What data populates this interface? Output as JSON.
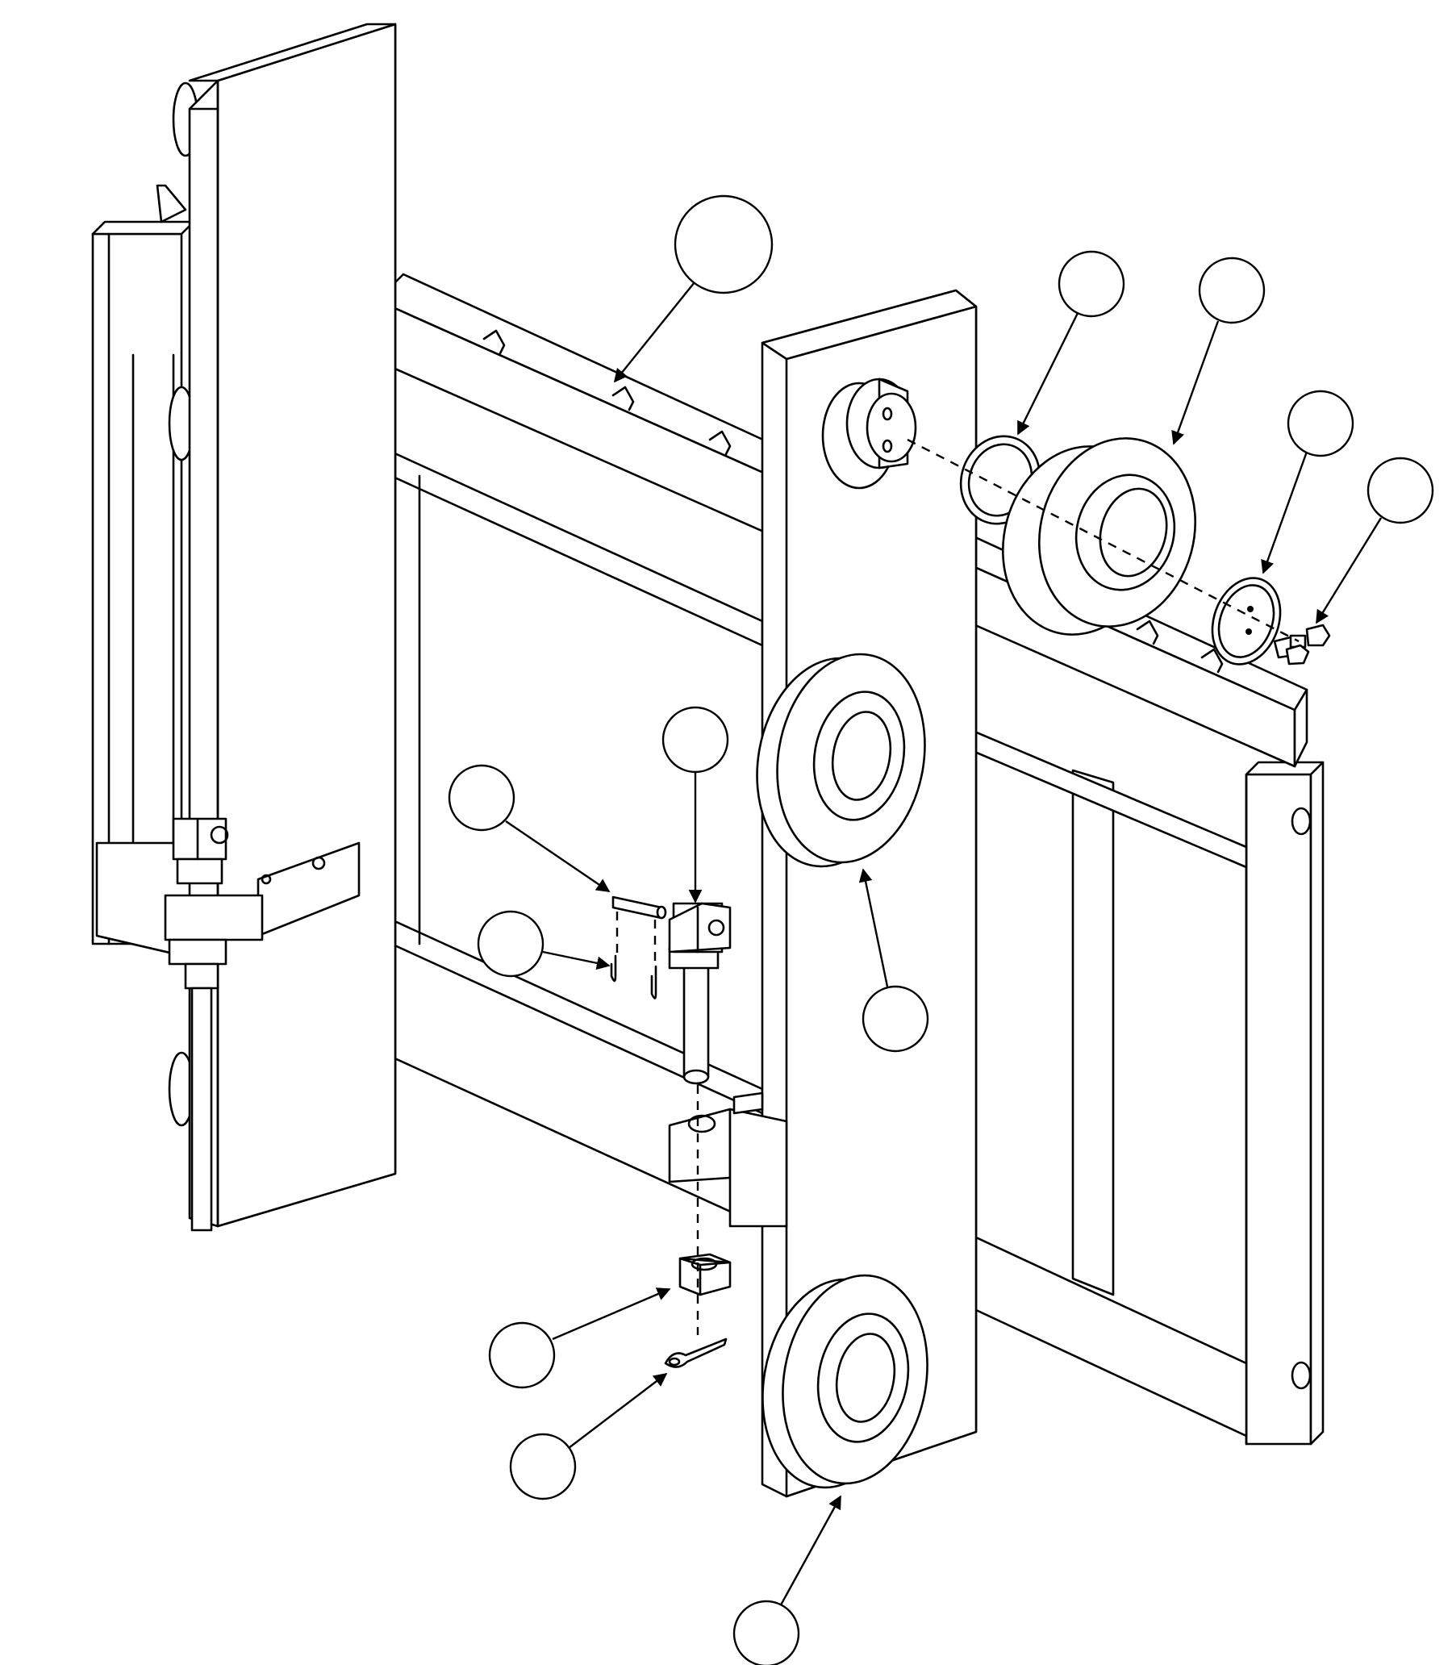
{
  "drawing": {
    "type": "exploded-assembly",
    "line_color": "#000000",
    "background": "#ffffff"
  },
  "callouts": [
    {
      "id": "callout-upper-frame",
      "label": ""
    },
    {
      "id": "callout-seal-ring",
      "label": ""
    },
    {
      "id": "callout-roller-upper",
      "label": ""
    },
    {
      "id": "callout-retainer-plate",
      "label": ""
    },
    {
      "id": "callout-bolts",
      "label": ""
    },
    {
      "id": "callout-clevis-pin",
      "label": ""
    },
    {
      "id": "callout-clevis-cylinder",
      "label": ""
    },
    {
      "id": "callout-cotter-pins-upper",
      "label": ""
    },
    {
      "id": "callout-roller-middle",
      "label": ""
    },
    {
      "id": "callout-nut",
      "label": ""
    },
    {
      "id": "callout-cotter-pin-lower",
      "label": ""
    },
    {
      "id": "callout-roller-lower",
      "label": ""
    }
  ]
}
